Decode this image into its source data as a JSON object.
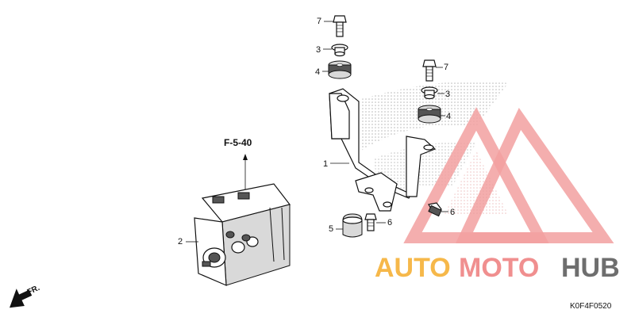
{
  "diagram": {
    "reference_label": "F-5-40",
    "diagram_code": "K0F4F0520",
    "front_label": "FR.",
    "callouts": {
      "c1": "1",
      "c2": "2",
      "c3a": "3",
      "c3b": "3",
      "c4a": "4",
      "c4b": "4",
      "c5": "5",
      "c6a": "6",
      "c6b": "6",
      "c7a": "7",
      "c7b": "7"
    }
  },
  "watermark": {
    "word_part1": "AUTO",
    "word_part2": "MOTO",
    "word_part3": "HUB",
    "colors": {
      "orange": "#f6b84a",
      "red": "#f08f8f",
      "gray": "#6e6e6e"
    }
  }
}
